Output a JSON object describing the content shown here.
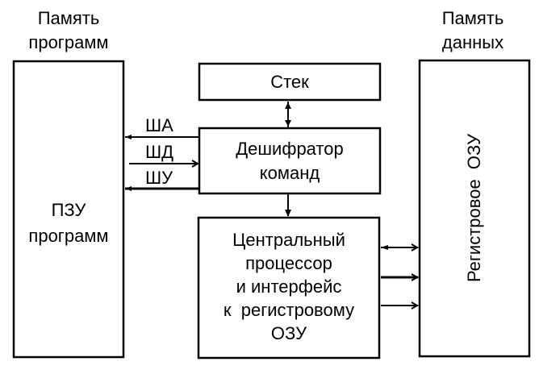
{
  "program_memory": {
    "heading": [
      "Память",
      "программ"
    ],
    "box_text": [
      "ПЗУ",
      "программ"
    ]
  },
  "data_memory": {
    "heading": [
      "Память",
      "данных"
    ],
    "box_text": "Регистровое  ОЗУ"
  },
  "stack": {
    "label": "Стек"
  },
  "decoder": {
    "lines": [
      "Дешифратор",
      "команд"
    ]
  },
  "cpu": {
    "lines": [
      "Центральный",
      "процессор",
      "и интерфейс",
      "к  регистровому",
      "ОЗУ"
    ]
  },
  "buses": {
    "address": "ША",
    "data": "ШД",
    "control": "ШУ"
  }
}
